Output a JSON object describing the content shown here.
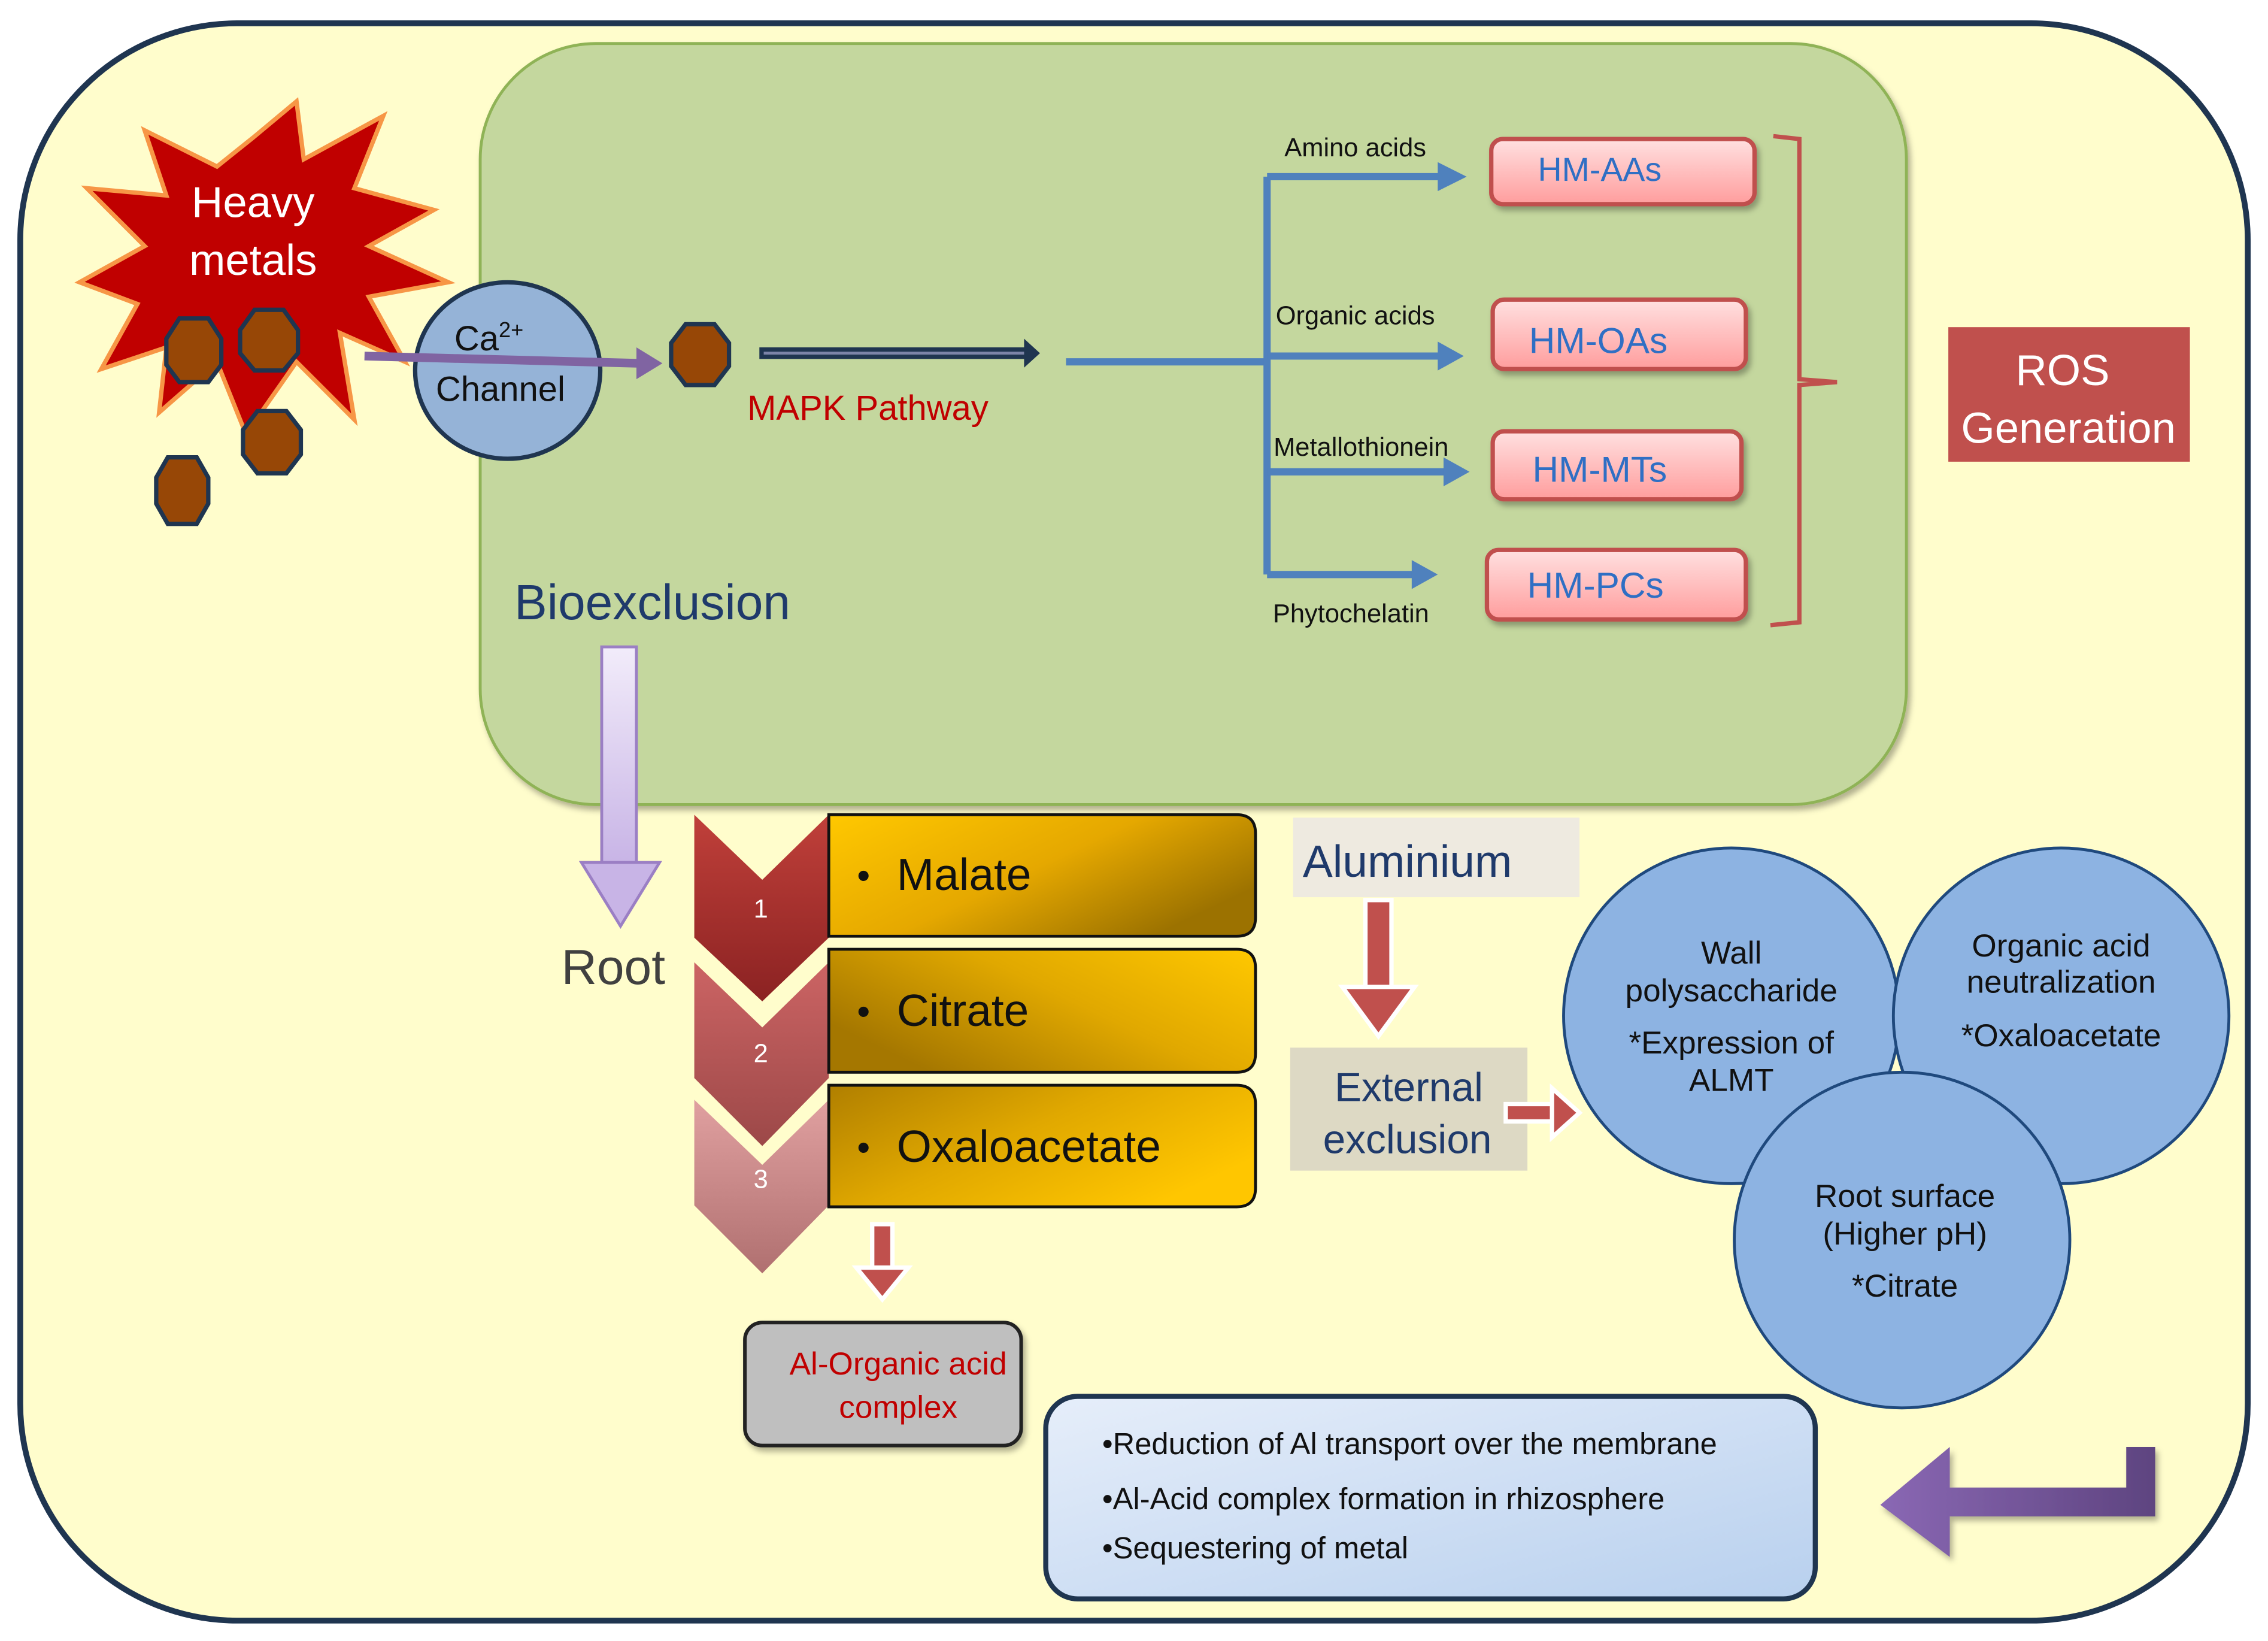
{
  "diagram": {
    "title": "Heavy metal and aluminium exclusion mechanisms in plants",
    "heavy_metals": {
      "label_line1": "Heavy",
      "label_line2": "metals"
    },
    "channel": {
      "ion": "Ca",
      "charge": "2+",
      "label": "Channel"
    },
    "mapk": {
      "label": "MAPK Pathway"
    },
    "bioexclusion": {
      "label": "Bioexclusion"
    },
    "root": {
      "label": "Root"
    },
    "branches": [
      {
        "ligand": "Amino acids",
        "complex": "HM-AAs"
      },
      {
        "ligand": "Organic acids",
        "complex": "HM-OAs"
      },
      {
        "ligand": "Metallothionein",
        "complex": "HM-MTs"
      },
      {
        "ligand": "Phytochelatin",
        "complex": "HM-PCs"
      }
    ],
    "ros": {
      "line1": "ROS",
      "line2": "Generation"
    },
    "organic_acids": [
      {
        "step": "1",
        "name": "Malate"
      },
      {
        "step": "2",
        "name": "Citrate"
      },
      {
        "step": "3",
        "name": "Oxaloacetate"
      }
    ],
    "bullet": "•",
    "al_complex": {
      "line1": "Al-Organic acid",
      "line2": "complex"
    },
    "aluminium": {
      "label": "Aluminium"
    },
    "external_exclusion": {
      "line1": "External",
      "line2": "exclusion"
    },
    "circles": {
      "wall": {
        "l1": "Wall",
        "l2": "polysaccharide",
        "l3": "*Expression of",
        "l4": "ALMT"
      },
      "neutralization": {
        "l1": "Organic acid",
        "l2": "neutralization",
        "l3": "*Oxaloacetate"
      },
      "root_surface": {
        "l1": "Root  surface",
        "l2": "(Higher pH)",
        "l3": "*Citrate"
      }
    },
    "outcomes": [
      "•Reduction of Al transport over the membrane",
      "•Al-Acid  complex  formation  in  rhizosphere",
      "•Sequestering   of metal"
    ],
    "colors": {
      "cell_bg": "#fffdcc",
      "cell_border": "#1f3550",
      "inner_bg": "#c4d79e",
      "inner_border": "#8fb356",
      "metal": "#974706",
      "burst": "#c00000",
      "burst_edge": "#f79646",
      "channel": "#95b3d7",
      "pathway_arrow": "#4f81bd",
      "complex_box": "#ffb3b3",
      "ros": "#c0504d",
      "circle": "#8db3e2",
      "gold": "#ffc000",
      "purple": "#8064a2"
    }
  }
}
